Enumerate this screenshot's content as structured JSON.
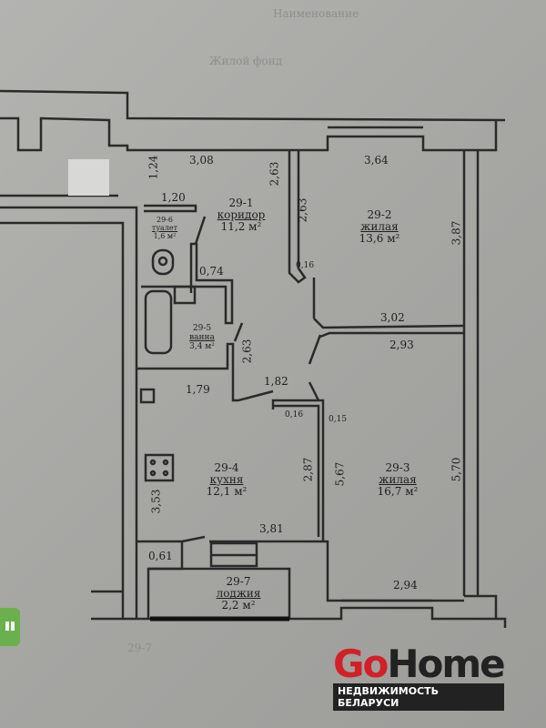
{
  "background_text": [
    "Наименование",
    "Жилой фонд",
    "29-7"
  ],
  "rooms": [
    {
      "id": "29-1",
      "name": "коридор",
      "area": "11,2 м²"
    },
    {
      "id": "29-2",
      "name": "жилая",
      "area": "13,6 м²"
    },
    {
      "id": "29-3",
      "name": "жилая",
      "area": "16,7 м²"
    },
    {
      "id": "29-4",
      "name": "кухня",
      "area": "12,1 м²"
    },
    {
      "id": "29-5",
      "name": "ванна",
      "area": "3,4 м²"
    },
    {
      "id": "29-6",
      "name": "туалет",
      "area": "1,6 м²"
    },
    {
      "id": "29-7",
      "name": "лоджия",
      "area": "2,2 м²"
    }
  ],
  "dimensions": {
    "d124": "1,24",
    "d308": "3,08",
    "d364": "3,64",
    "d263a": "2,63",
    "d263b": "2,63",
    "d263c": "2,63",
    "d120": "1,20",
    "d387": "3,87",
    "d016a": "0,16",
    "d074": "0,74",
    "d302": "3,02",
    "d293": "2,93",
    "d182": "1,82",
    "d179": "1,79",
    "d016b": "0,16",
    "d015": "0,15",
    "d287": "2,87",
    "d567": "5,67",
    "d570": "5,70",
    "d353": "3,53",
    "d381": "3,81",
    "d061": "0,61",
    "d294": "2,94"
  },
  "logo": {
    "brand_go": "Go",
    "brand_home": "Home",
    "tagline": "НЕДВИЖИМОСТЬ БЕЛАРУСИ"
  },
  "colors": {
    "brand_red": "#d32027",
    "brand_dark": "#222222",
    "side_tab": "#6ab04c"
  }
}
